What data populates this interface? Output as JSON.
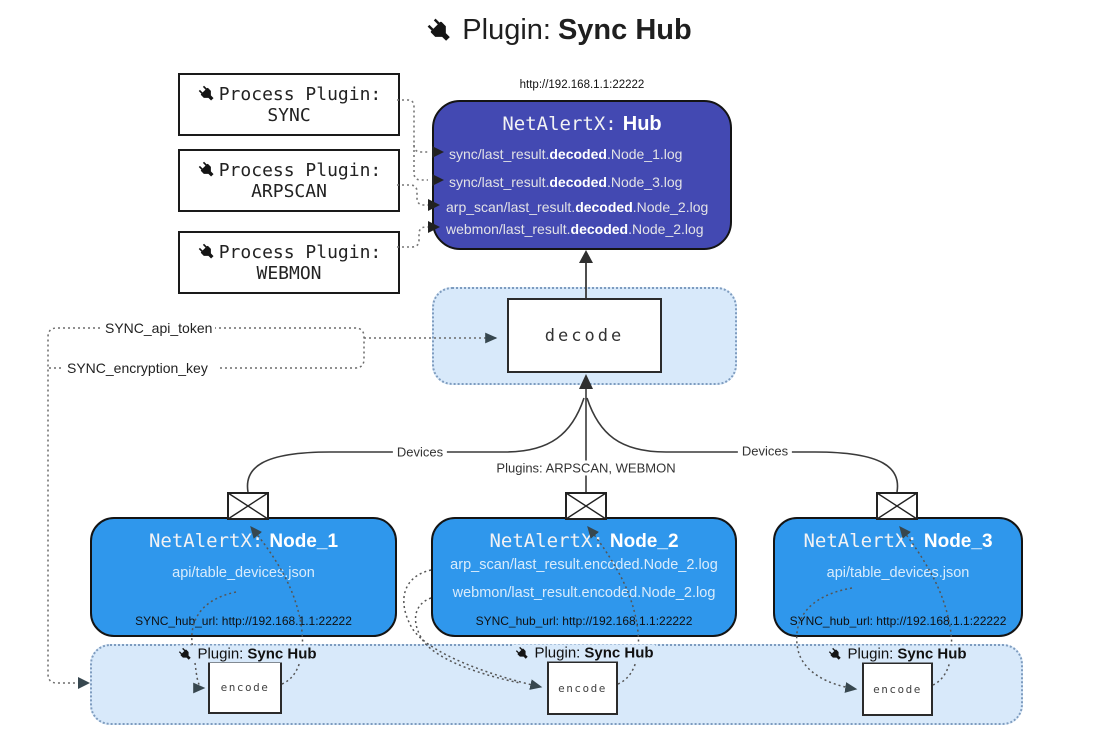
{
  "title": {
    "prefix": "Plugin:",
    "name": "Sync Hub"
  },
  "process_plugins": [
    {
      "label": "Process Plugin:",
      "name": "SYNC"
    },
    {
      "label": "Process Plugin:",
      "name": "ARPSCAN"
    },
    {
      "label": "Process Plugin:",
      "name": "WEBMON"
    }
  ],
  "hub": {
    "url": "http://192.168.1.1:22222",
    "title_prefix": "NetAlertX:",
    "title_name": "Hub",
    "files": [
      {
        "pre": "sync/last_result.",
        "bold": "decoded",
        "post": ".Node_1.log"
      },
      {
        "pre": "sync/last_result.",
        "bold": "decoded",
        "post": ".Node_3.log"
      },
      {
        "pre": "arp_scan/last_result.",
        "bold": "decoded",
        "post": ".Node_2.log"
      },
      {
        "pre": "webmon/last_result.",
        "bold": "decoded",
        "post": ".Node_2.log"
      }
    ]
  },
  "decode_label": "decode",
  "encode_label": "encode",
  "config_keys": {
    "api_token": "SYNC_api_token",
    "encryption_key": "SYNC_encryption_key"
  },
  "edge_labels": {
    "devices_left": "Devices",
    "devices_right": "Devices",
    "plugins_center": "Plugins: ARPSCAN, WEBMON"
  },
  "nodes": [
    {
      "title_prefix": "NetAlertX:",
      "title_name": "Node_1",
      "files": [
        "api/table_devices.json"
      ],
      "hub_url": "SYNC_hub_url: http://192.168.1.1:22222"
    },
    {
      "title_prefix": "NetAlertX:",
      "title_name": "Node_2",
      "files": [
        "arp_scan/last_result.encoded.Node_2.log",
        "webmon/last_result.encoded.Node_2.log"
      ],
      "hub_url": "SYNC_hub_url: http://192.168.1.1:22222"
    },
    {
      "title_prefix": "NetAlertX:",
      "title_name": "Node_3",
      "files": [
        "api/table_devices.json"
      ],
      "hub_url": "SYNC_hub_url: http://192.168.1.1:22222"
    }
  ],
  "sync_plugin_label": {
    "prefix": "Plugin:",
    "name": "Sync Hub"
  },
  "colors": {
    "hub_bg": "#4349b2",
    "node_bg": "#2f97ec",
    "container_bg": "#d8e9fa",
    "container_border": "#7e9cbf",
    "box_border": "#1a1a1a"
  }
}
